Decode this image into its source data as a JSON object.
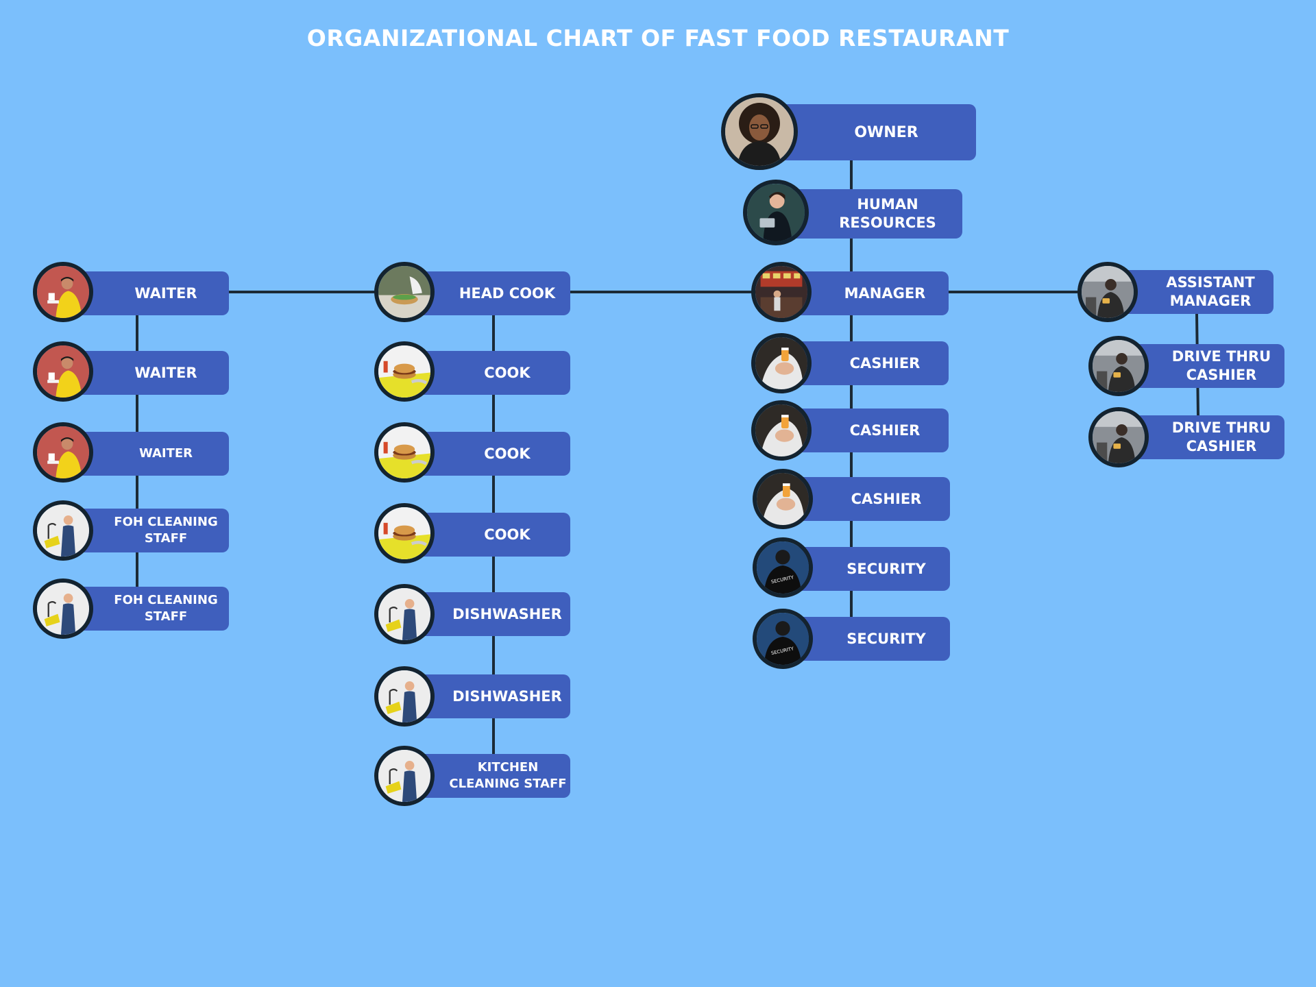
{
  "title": "ORGANIZATIONAL CHART OF FAST FOOD RESTAURANT",
  "colors": {
    "background": "#7bbffc",
    "box": "#3f5fbd",
    "text": "#ffffff",
    "connector": "#1b2a36",
    "avatar_border": "#14232f"
  },
  "nodes": {
    "owner": {
      "label": "OWNER",
      "icon": "businesswoman-photo-icon"
    },
    "hr": {
      "label": "HUMAN RESOURCES",
      "icon": "hr-woman-tablet-photo-icon"
    },
    "manager": {
      "label": "MANAGER",
      "icon": "restaurant-counter-photo-icon"
    },
    "cashier_1": {
      "label": "CASHIER",
      "icon": "cashier-drink-photo-icon"
    },
    "cashier_2": {
      "label": "CASHIER",
      "icon": "cashier-drink-photo-icon"
    },
    "cashier_3": {
      "label": "CASHIER",
      "icon": "cashier-drink-photo-icon"
    },
    "security_1": {
      "label": "SECURITY",
      "icon": "security-guard-photo-icon"
    },
    "security_2": {
      "label": "SECURITY",
      "icon": "security-guard-photo-icon"
    },
    "assistant_manager": {
      "label": "ASSISTANT MANAGER",
      "icon": "drive-thru-photo-icon"
    },
    "drive_thru_1": {
      "label": "DRIVE THRU CASHIER",
      "icon": "drive-thru-photo-icon"
    },
    "drive_thru_2": {
      "label": "DRIVE THRU CASHIER",
      "icon": "drive-thru-photo-icon"
    },
    "head_cook": {
      "label": "HEAD COOK",
      "icon": "chef-sandwich-photo-icon"
    },
    "cook_1": {
      "label": "COOK",
      "icon": "burger-cutting-board-photo-icon"
    },
    "cook_2": {
      "label": "COOK",
      "icon": "burger-cutting-board-photo-icon"
    },
    "cook_3": {
      "label": "COOK",
      "icon": "burger-cutting-board-photo-icon"
    },
    "dishwasher_1": {
      "label": "DISHWASHER",
      "icon": "cleaning-woman-photo-icon"
    },
    "dishwasher_2": {
      "label": "DISHWASHER",
      "icon": "cleaning-woman-photo-icon"
    },
    "kitchen_cleaning": {
      "label": "KITCHEN CLEANING STAFF",
      "icon": "cleaning-woman-photo-icon"
    },
    "waiter_1": {
      "label": "WAITER",
      "icon": "waiter-yellow-shirt-photo-icon"
    },
    "waiter_2": {
      "label": "WAITER",
      "icon": "waiter-yellow-shirt-photo-icon"
    },
    "waiter_3": {
      "label": "WAITER",
      "icon": "waiter-yellow-shirt-photo-icon"
    },
    "foh_cleaning_1": {
      "label": "FOH CLEANING STAFF",
      "icon": "cleaning-woman-photo-icon"
    },
    "foh_cleaning_2": {
      "label": "FOH CLEANING STAFF",
      "icon": "cleaning-woman-photo-icon"
    }
  }
}
